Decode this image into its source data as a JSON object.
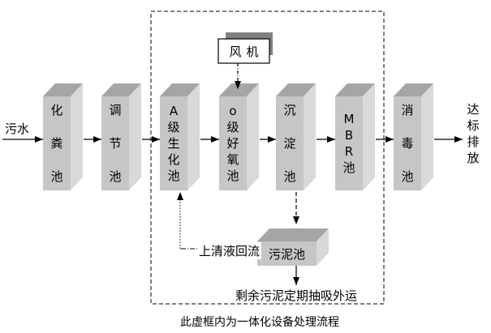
{
  "diagram": {
    "title_caption": "此虚框内为一体化设备处理流程",
    "source_label": "污水",
    "output_label": "达标排放",
    "fan": {
      "label": "风机"
    },
    "tanks": [
      {
        "label": "化粪池"
      },
      {
        "label": "调节池"
      },
      {
        "label": "A级生化池"
      },
      {
        "label": "o级好氧池"
      },
      {
        "label": "沉淀池"
      },
      {
        "label": "MBR池"
      },
      {
        "label": "消毒池"
      }
    ],
    "sludge_tank": {
      "label": "污泥池"
    },
    "reflux_label": "上清液回流",
    "sludge_removal_label": "剩余污泥定期抽吸外运",
    "colors": {
      "tank_top": "#a5a5a5",
      "tank_front": "#c6c6c6",
      "tank_side": "#d9d9d9",
      "fan_shadow": "#808080",
      "line": "#000000",
      "background": "#ffffff"
    }
  }
}
